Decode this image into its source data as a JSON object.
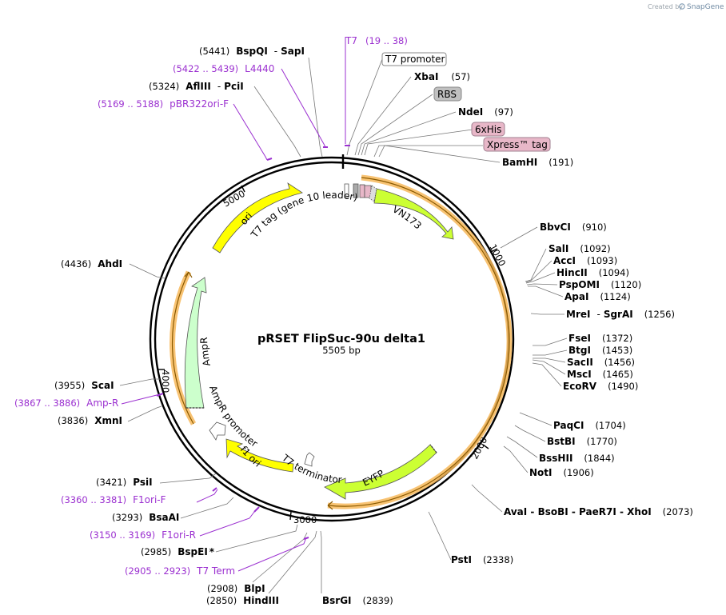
{
  "credit": {
    "prefix": "Created by",
    "brand": "SnapGene"
  },
  "plasmid": {
    "name": "pRSET FlipSuc-90u delta1",
    "length_label": "5505 bp",
    "length": 5505
  },
  "ticks": [
    "1000",
    "2000",
    "3000",
    "4000",
    "5000"
  ],
  "enzymes": [
    {
      "name": "BspQI",
      "sep": "-",
      "name2": "SapI",
      "pos": "(5441)"
    },
    {
      "name": "AflIII",
      "sep": "-",
      "name2": "PciI",
      "pos": "(5324)"
    },
    {
      "name": "XbaI",
      "pos": "(57)"
    },
    {
      "name": "NdeI",
      "pos": "(97)"
    },
    {
      "name": "BamHI",
      "pos": "(191)"
    },
    {
      "name": "BbvCI",
      "pos": "(910)"
    },
    {
      "name": "SalI",
      "pos": "(1092)"
    },
    {
      "name": "AccI",
      "pos": "(1093)"
    },
    {
      "name": "HincII",
      "pos": "(1094)"
    },
    {
      "name": "PspOMI",
      "pos": "(1120)"
    },
    {
      "name": "ApaI",
      "pos": "(1124)"
    },
    {
      "name": "MreI",
      "sep": "-",
      "name2": "SgrAI",
      "pos": "(1256)"
    },
    {
      "name": "FseI",
      "pos": "(1372)"
    },
    {
      "name": "BtgI",
      "pos": "(1453)"
    },
    {
      "name": "SacII",
      "pos": "(1456)"
    },
    {
      "name": "MscI",
      "pos": "(1465)"
    },
    {
      "name": "EcoRV",
      "pos": "(1490)"
    },
    {
      "name": "PaqCI",
      "pos": "(1704)"
    },
    {
      "name": "BstBI",
      "pos": "(1770)"
    },
    {
      "name": "BssHII",
      "pos": "(1844)"
    },
    {
      "name": "NotI",
      "pos": "(1906)"
    },
    {
      "name": "AvaI - BsoBI - PaeR7I - XhoI",
      "pos": "(2073)"
    },
    {
      "name": "PstI",
      "pos": "(2338)"
    },
    {
      "name": "BsrGI",
      "pos": "(2839)"
    },
    {
      "name": "HindIII",
      "pos": "(2850)"
    },
    {
      "name": "BlpI",
      "pos": "(2908)"
    },
    {
      "name": "BspEI",
      "mark": "*",
      "pos": "(2985)"
    },
    {
      "name": "BsaAI",
      "pos": "(3293)"
    },
    {
      "name": "PsiI",
      "pos": "(3421)"
    },
    {
      "name": "XmnI",
      "pos": "(3836)"
    },
    {
      "name": "ScaI",
      "pos": "(3955)"
    },
    {
      "name": "AhdI",
      "pos": "(4436)"
    }
  ],
  "primers": [
    {
      "name": "T7",
      "range": "(19 .. 38)"
    },
    {
      "name": "L4440",
      "range": "(5422 .. 5439)"
    },
    {
      "name": "pBR322ori-F",
      "range": "(5169 .. 5188)"
    },
    {
      "name": "Amp-R",
      "range": "(3867 .. 3886)"
    },
    {
      "name": "F1ori-F",
      "range": "(3360 .. 3381)"
    },
    {
      "name": "F1ori-R",
      "range": "(3150 .. 3169)"
    },
    {
      "name": "T7 Term",
      "range": "(2905 .. 2923)"
    }
  ],
  "boxed": {
    "t7_promoter": "T7 promoter",
    "rbs": "RBS",
    "his": "6xHis",
    "xpress": "Xpress™ tag"
  },
  "features": {
    "t7tag": "T7 tag (gene 10 leader)",
    "vn173": "VN173",
    "eyfp": "EYFP",
    "t7term": "T7 terminator",
    "f1ori": "f1 ori",
    "amppromoter": "AmpR promoter",
    "ampr": "AmpR",
    "ori": "ori"
  },
  "colors": {
    "ori": "#ffff00",
    "f1ori": "#ffff00",
    "vn173": "#ccff33",
    "eyfp": "#ccff33",
    "ampr": "#ccffcc",
    "orf_highlight": "#f7b95a",
    "primer": "#9b30d0",
    "his_tag_box": "#e8b7c8",
    "rbs_box": "#c0c0c0"
  }
}
